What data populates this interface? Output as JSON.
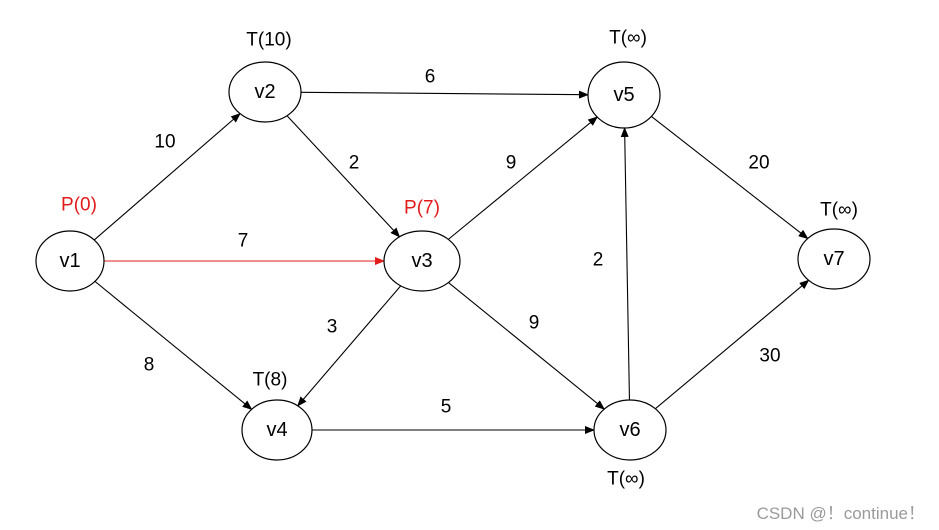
{
  "colors": {
    "default": "#000000",
    "highlight": "#e21b1b",
    "watermark": "#9a9a9a"
  },
  "nodes": [
    {
      "id": "v1",
      "label": "v1",
      "tag": "P(0)",
      "tag_color": "#e21b1b"
    },
    {
      "id": "v2",
      "label": "v2",
      "tag": "T(10)",
      "tag_color": "#000000"
    },
    {
      "id": "v3",
      "label": "v3",
      "tag": "P(7)",
      "tag_color": "#e21b1b"
    },
    {
      "id": "v4",
      "label": "v4",
      "tag": "T(8)",
      "tag_color": "#000000"
    },
    {
      "id": "v5",
      "label": "v5",
      "tag": "T(∞)",
      "tag_color": "#000000"
    },
    {
      "id": "v6",
      "label": "v6",
      "tag": "T(∞)",
      "tag_color": "#000000"
    },
    {
      "id": "v7",
      "label": "v7",
      "tag": "T(∞)",
      "tag_color": "#000000"
    }
  ],
  "edges": [
    {
      "from": "v1",
      "to": "v2",
      "weight": "10",
      "color": "#000000"
    },
    {
      "from": "v1",
      "to": "v3",
      "weight": "7",
      "color": "#e21b1b"
    },
    {
      "from": "v1",
      "to": "v4",
      "weight": "8",
      "color": "#000000"
    },
    {
      "from": "v2",
      "to": "v5",
      "weight": "6",
      "color": "#000000"
    },
    {
      "from": "v2",
      "to": "v3",
      "weight": "2",
      "color": "#000000"
    },
    {
      "from": "v3",
      "to": "v5",
      "weight": "9",
      "color": "#000000"
    },
    {
      "from": "v3",
      "to": "v4",
      "weight": "3",
      "color": "#000000"
    },
    {
      "from": "v3",
      "to": "v6",
      "weight": "9",
      "color": "#000000"
    },
    {
      "from": "v4",
      "to": "v6",
      "weight": "5",
      "color": "#000000"
    },
    {
      "from": "v6",
      "to": "v5",
      "weight": "2",
      "color": "#000000"
    },
    {
      "from": "v5",
      "to": "v7",
      "weight": "20",
      "color": "#000000"
    },
    {
      "from": "v6",
      "to": "v7",
      "weight": "30",
      "color": "#000000"
    }
  ],
  "watermark": "CSDN @！continue！"
}
